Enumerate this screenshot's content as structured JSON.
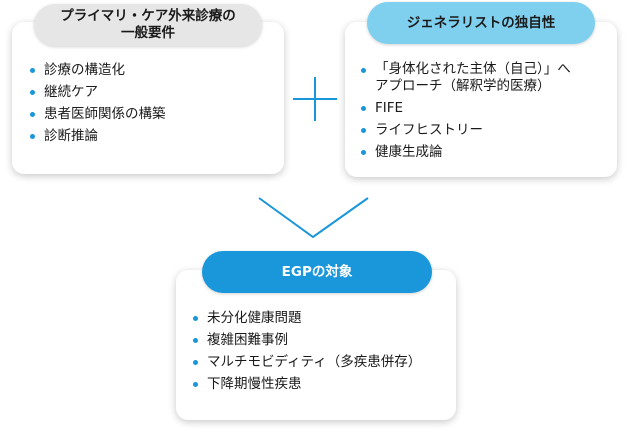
{
  "left_box": {
    "header_lines": [
      "プライマリ・ケア外来診療の",
      "一般要件"
    ],
    "items": [
      "診療の構造化",
      "継続ケア",
      "患者医師関係の構築",
      "診断推論"
    ]
  },
  "right_box": {
    "header": "ジェネラリストの独自性",
    "items": [
      [
        "「身体化された主体（自己）」へ",
        "アプローチ（解釈学的医療）"
      ],
      [
        "FIFE"
      ],
      [
        "ライフヒストリー"
      ],
      [
        "健康生成論"
      ]
    ]
  },
  "bottom_box": {
    "header": "EGPの対象",
    "items": [
      "未分化健康問題",
      "複雑困難事例",
      "マルチモビディティ（多疾患併存）",
      "下降期慢性疾患"
    ]
  },
  "colors": {
    "accent_blue": "#1a96db",
    "light_blue_pill": "#7fd0ef",
    "gray_pill": "#e6e6e6",
    "bottom_pill": "#1a96db"
  }
}
